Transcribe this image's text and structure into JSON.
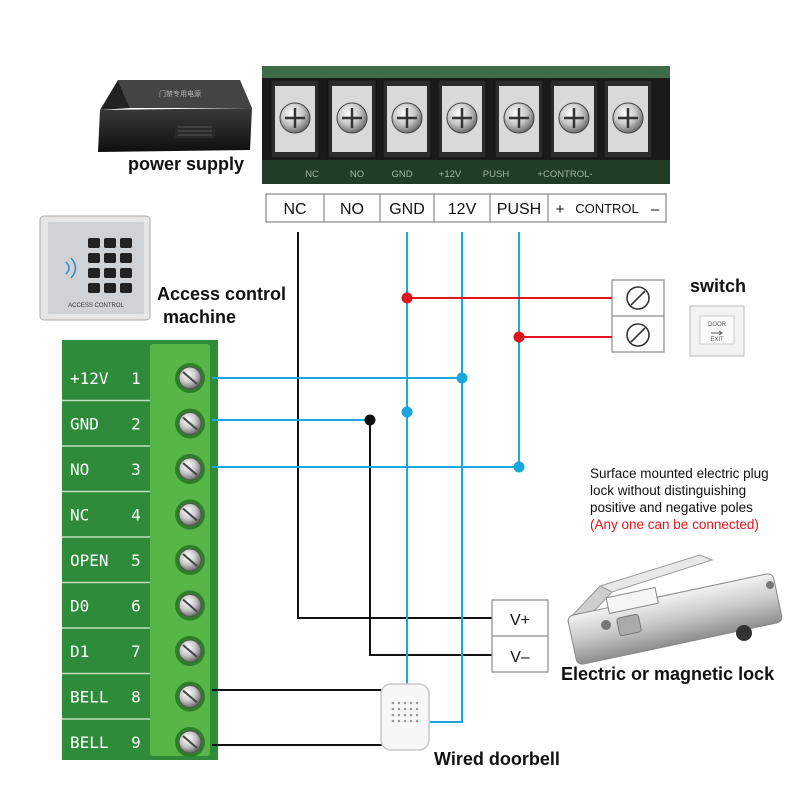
{
  "top_labels": {
    "power_supply": "power supply",
    "access_control": [
      "Access control",
      "machine"
    ],
    "switch": "switch",
    "electric_lock": "Electric or magnetic lock",
    "doorbell": "Wired doorbell"
  },
  "power_terminals": [
    "NC",
    "NO",
    "GND",
    "12V",
    "PUSH"
  ],
  "power_control": {
    "plus": "+",
    "label": "CONTROL",
    "minus": "–"
  },
  "power_photo_labels": [
    "NC",
    "NO",
    "GND",
    "+12V",
    "PUSH",
    "+CONTROL-"
  ],
  "power_box_text": "门禁专用电源",
  "controller_terminals": [
    {
      "name": "+12V",
      "num": "1"
    },
    {
      "name": "GND",
      "num": "2"
    },
    {
      "name": "NO",
      "num": "3"
    },
    {
      "name": "NC",
      "num": "4"
    },
    {
      "name": "OPEN",
      "num": "5"
    },
    {
      "name": "D0",
      "num": "6"
    },
    {
      "name": "D1",
      "num": "7"
    },
    {
      "name": "BELL",
      "num": "8"
    },
    {
      "name": "BELL",
      "num": "9"
    }
  ],
  "lock_terminals": [
    "V+",
    "V–"
  ],
  "lock_note": [
    "Surface mounted electric plug",
    "lock without distinguishing",
    "positive and negative poles"
  ],
  "lock_note_red": "(Any one can be connected)",
  "keypad_text": "ACCESS CONTROL",
  "exit_button": {
    "top": "DOOR",
    "bottom": "EXIT"
  },
  "colors": {
    "blue_wire": "#1aa6de",
    "red_wire": "#e0141e",
    "black_wire": "#111111",
    "board_green": "#2e8b3a"
  }
}
